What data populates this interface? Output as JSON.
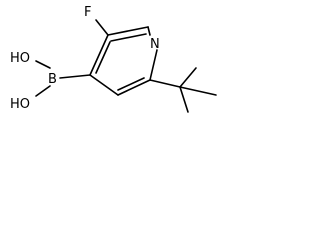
{
  "molecule": {
    "atoms": {
      "fluorine": "F",
      "nitrogen": "N",
      "boron": "B",
      "hydroxyl_top": "HO",
      "hydroxyl_bottom": "HO"
    }
  },
  "colors": {
    "bond": "#000000",
    "text": "#000000",
    "background": "#ffffff"
  }
}
